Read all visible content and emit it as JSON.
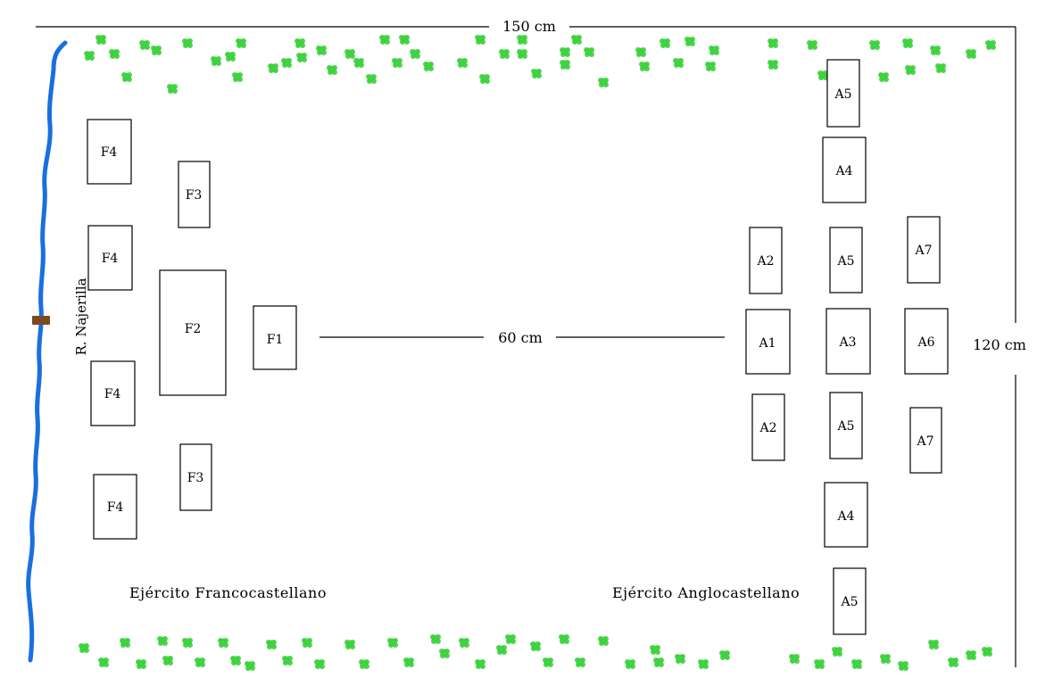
{
  "dimensions": {
    "width_label": "150 cm",
    "height_label": "120 cm",
    "gap_label": "60 cm"
  },
  "river": {
    "name": "R. Najerilla",
    "color": "#1a6fe0"
  },
  "bridge": {
    "color": "#7a4a1e"
  },
  "bushes": {
    "color": "#3cd23c"
  },
  "french_army": {
    "label": "Ejército Francocastellano",
    "units": [
      "F4",
      "F3",
      "F4",
      "F2",
      "F1",
      "F4",
      "F3",
      "F4"
    ]
  },
  "anglo_army": {
    "label": "Ejército Anglocastellano",
    "units": [
      "A5",
      "A4",
      "A2",
      "A5",
      "A7",
      "A1",
      "A3",
      "A6",
      "A2",
      "A5",
      "A7",
      "A4",
      "A5"
    ]
  }
}
